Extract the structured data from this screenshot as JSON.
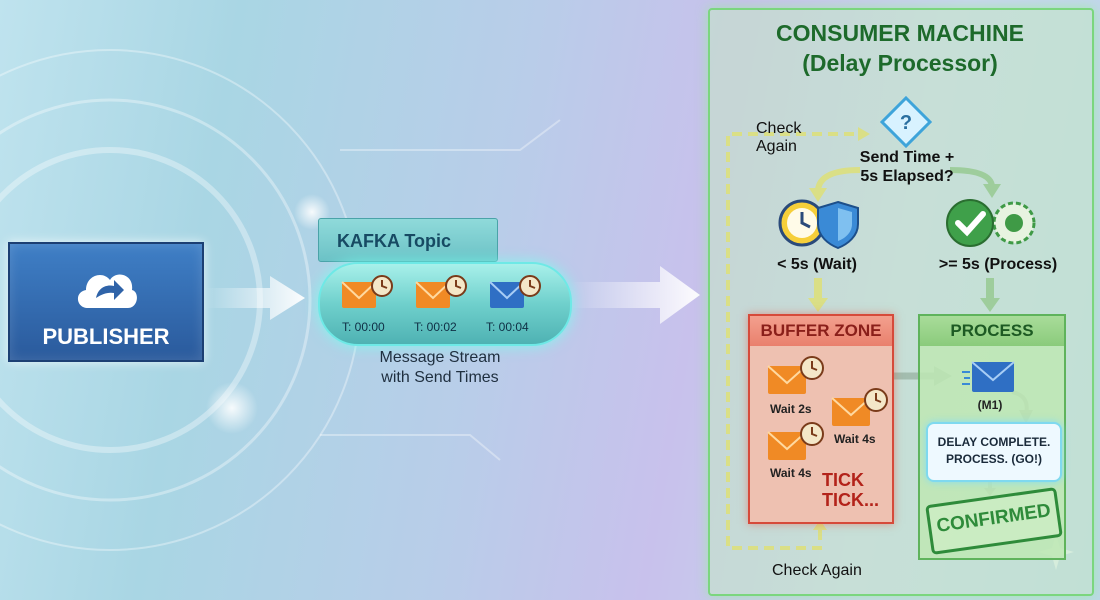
{
  "publisher": {
    "label": "PUBLISHER",
    "icon": "cloud-upload-icon"
  },
  "kafka": {
    "title": "KAFKA Topic",
    "messages": [
      {
        "time": "T: 00:00",
        "color": "#f08a25"
      },
      {
        "time": "T: 00:02",
        "color": "#f08a25"
      },
      {
        "time": "T: 00:04",
        "color": "#2f6fc4"
      }
    ],
    "caption_line1": "Message Stream",
    "caption_line2": "with Send Times"
  },
  "consumer": {
    "title_line1": "CONSUMER MACHINE",
    "title_line2": "(Delay Processor)",
    "check_again_top_line1": "Check",
    "check_again_top_line2": "Again",
    "decision_line1": "Send Time +",
    "decision_line2": "5s Elapsed?",
    "wait_branch": "< 5s (Wait)",
    "process_branch": ">= 5s (Process)",
    "check_again_bottom": "Check Again"
  },
  "buffer_zone": {
    "title": "BUFFER ZONE",
    "items": [
      "Wait 2s",
      "Wait 4s",
      "Wait 4s"
    ],
    "tick_line1": "TICK",
    "tick_line2": "TICK..."
  },
  "process": {
    "title": "PROCESS",
    "message_label": "(M1)",
    "bubble_line1": "DELAY COMPLETE.",
    "bubble_line2": "PROCESS. (GO!)",
    "stamp": "CONFIRMED"
  },
  "colors": {
    "accent_yellow": "#f4d53a",
    "accent_green": "#6fae6a",
    "buffer_red": "#d64a3a",
    "publisher_blue": "#2f63a8"
  }
}
